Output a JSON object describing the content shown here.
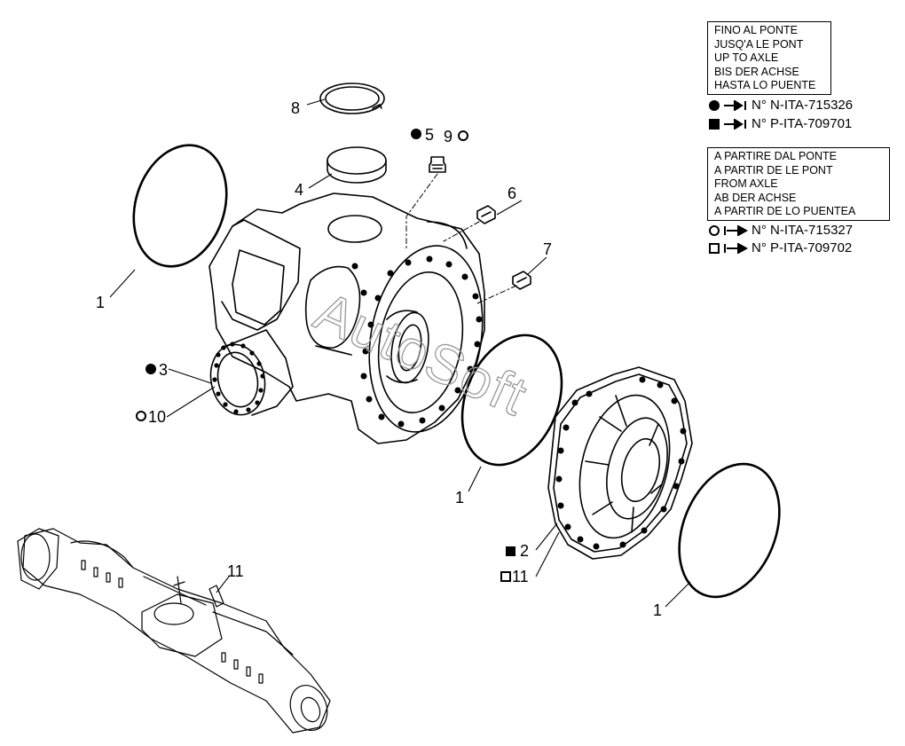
{
  "notice_upto": {
    "lines": [
      "FINO AL PONTE",
      "JUSQ'A LE PONT",
      "UP TO AXLE",
      "BIS DER ACHSE",
      "HASTA LO PUENTE"
    ]
  },
  "notice_from": {
    "lines": [
      "A PARTIRE DAL PONTE",
      "A PARTIR DE LE PONT",
      "FROM AXLE",
      "AB DER ACHSE",
      "A PARTIR DE LO PUENTEA"
    ]
  },
  "serials": {
    "upto_filled_circle": "N° N-ITA-715326",
    "upto_filled_square": "N° P-ITA-709701",
    "from_open_circle": "N° N-ITA-715327",
    "from_open_square": "N° P-ITA-709702"
  },
  "callouts": {
    "c1a": "1",
    "c1b": "1",
    "c1c": "1",
    "c2": "2",
    "c3": "3",
    "c4": "4",
    "c5": "5",
    "c6": "6",
    "c7": "7",
    "c8": "8",
    "c9": "9",
    "c10": "10",
    "c11a": "11",
    "c11b": "11"
  },
  "watermark": "AutoSoft",
  "symbols": {
    "filled_circle": "filled-circle-icon",
    "filled_square": "filled-square-icon",
    "open_circle": "open-circle-icon",
    "open_square": "open-square-icon"
  }
}
